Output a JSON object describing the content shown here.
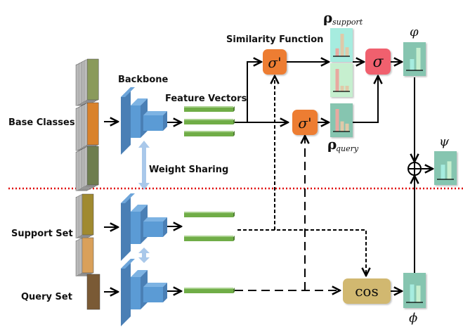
{
  "labels": {
    "base_classes": "Base Classes",
    "support_set": "Support Set",
    "query_set": "Query Set",
    "backbone": "Backbone",
    "feature_vectors": "Feature Vectors",
    "weight_sharing": "Weight Sharing",
    "similarity_function": "Similarity Function"
  },
  "symbols": {
    "sigma_prime": "σ'",
    "sigma": "σ",
    "rho": "ρ",
    "rho_support_sub": "support",
    "rho_query_sub": "query",
    "varphi": "φ",
    "psi": "ψ",
    "phi": "ϕ",
    "cos": "cos",
    "oplus": "⊕"
  },
  "colors": {
    "backbone_blue": "#5b9bd5",
    "backbone_dark": "#4a7fb5",
    "feature_green": "#70ad47",
    "sigma_prime_orange": "#ed7d31",
    "sigma_red": "#f0606e",
    "cos_tan": "#d1b86f",
    "teal_box": "#86c5b0",
    "support_top_box": "#a6ecdf",
    "support_bottom_box": "#c6efcf",
    "divider_red": "#e00000",
    "weight_sharing_arrow": "#a9c8ea"
  },
  "histograms": {
    "rho_support_top": [
      0.35,
      1.0,
      0.4
    ],
    "rho_support_bottom": [
      1.0,
      0.25,
      0.25
    ],
    "rho_query": [
      1.0,
      0.45,
      0.35
    ],
    "varphi": [
      0.5,
      1.0
    ],
    "psi": [
      0.65,
      0.8
    ],
    "phi": [
      0.75,
      0.7
    ]
  }
}
